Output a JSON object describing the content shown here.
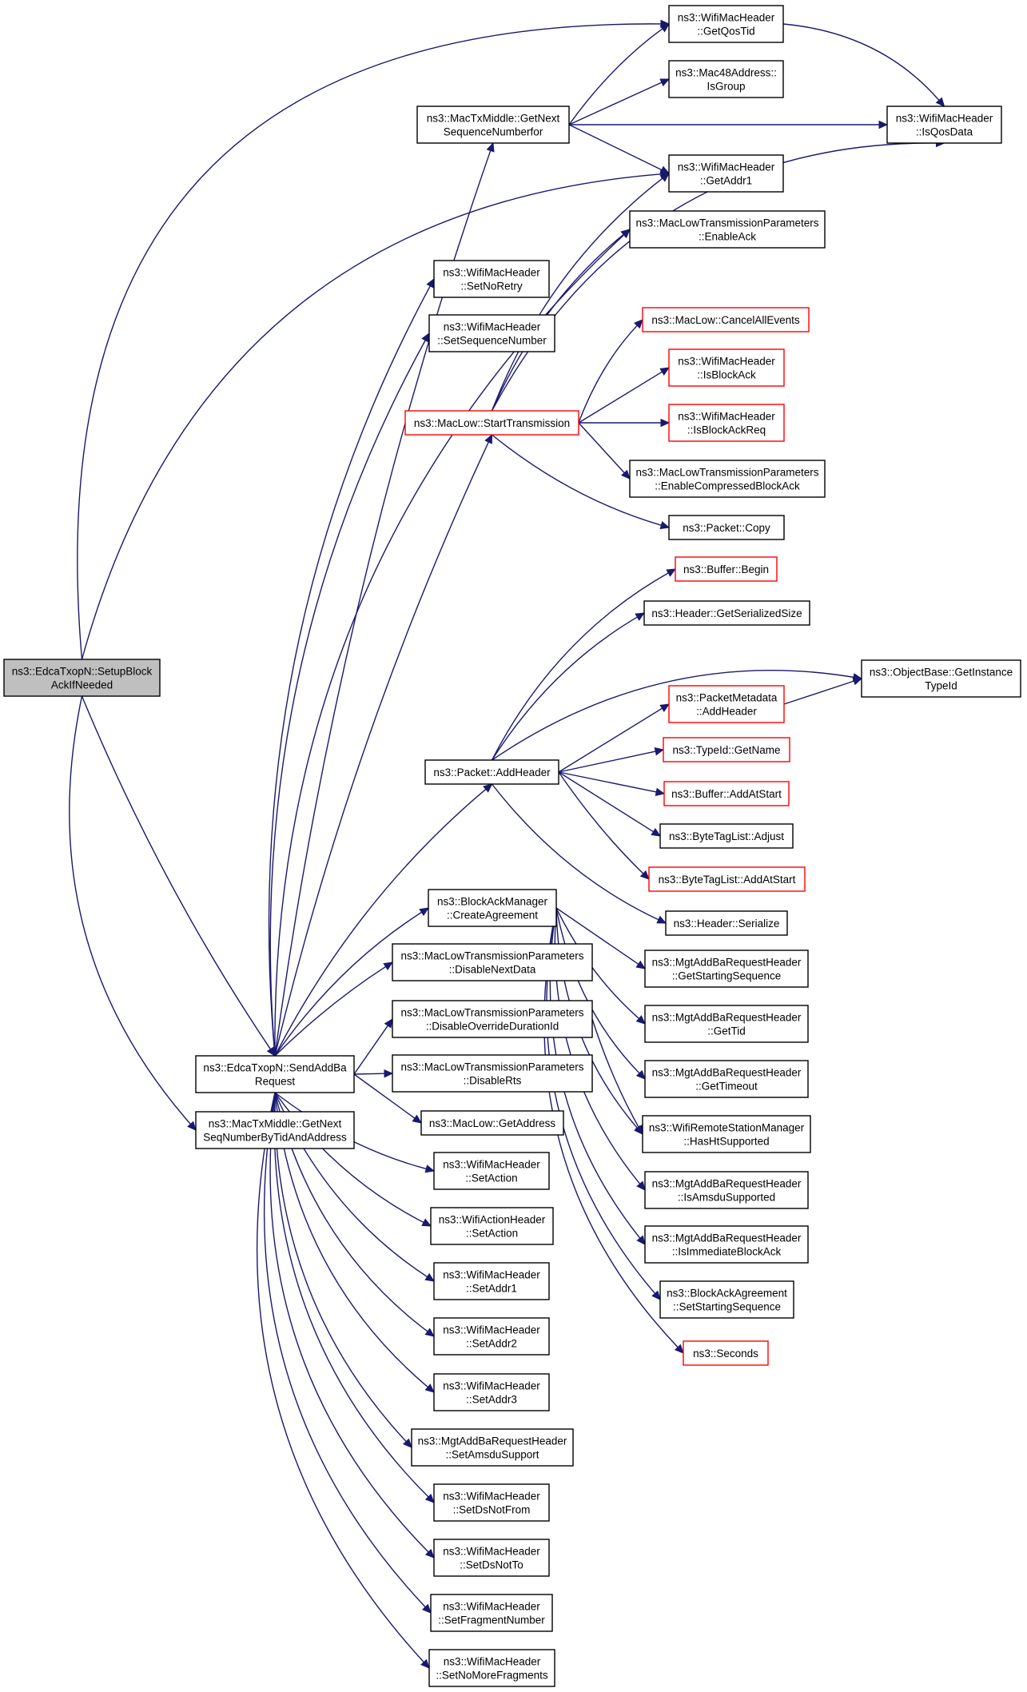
{
  "colors": {
    "edge": "#191970",
    "node_default": "#000000",
    "node_truncated": "#ff0000",
    "node_root_fill": "#bfbfbf"
  },
  "nodes": [
    {
      "id": "root",
      "style": "root",
      "lines": [
        "ns3::EdcaTxopN::SetupBlock",
        "AckIfNeeded"
      ]
    },
    {
      "id": "getqostid",
      "style": "normal",
      "lines": [
        "ns3::WifiMacHeader",
        "::GetQosTid"
      ]
    },
    {
      "id": "isgroup",
      "style": "normal",
      "lines": [
        "ns3::Mac48Address::",
        "IsGroup"
      ]
    },
    {
      "id": "getnextseq",
      "style": "normal",
      "lines": [
        "ns3::MacTxMiddle::GetNext",
        "SequenceNumberfor"
      ]
    },
    {
      "id": "isqosdata",
      "style": "normal",
      "lines": [
        "ns3::WifiMacHeader",
        "::IsQosData"
      ]
    },
    {
      "id": "getaddr1",
      "style": "normal",
      "lines": [
        "ns3::WifiMacHeader",
        "::GetAddr1"
      ]
    },
    {
      "id": "enableack",
      "style": "normal",
      "lines": [
        "ns3::MacLowTransmissionParameters",
        "::EnableAck"
      ]
    },
    {
      "id": "setnoretry",
      "style": "normal",
      "lines": [
        "ns3::WifiMacHeader",
        "::SetNoRetry"
      ]
    },
    {
      "id": "setseqnum",
      "style": "normal",
      "lines": [
        "ns3::WifiMacHeader",
        "::SetSequenceNumber"
      ]
    },
    {
      "id": "cancelall",
      "style": "red",
      "lines": [
        "ns3::MacLow::CancelAllEvents"
      ]
    },
    {
      "id": "isblockack",
      "style": "red",
      "lines": [
        "ns3::WifiMacHeader",
        "::IsBlockAck"
      ]
    },
    {
      "id": "starttx",
      "style": "red",
      "lines": [
        "ns3::MacLow::StartTransmission"
      ]
    },
    {
      "id": "isblockackreq",
      "style": "red",
      "lines": [
        "ns3::WifiMacHeader",
        "::IsBlockAckReq"
      ]
    },
    {
      "id": "enablecompressed",
      "style": "normal",
      "lines": [
        "ns3::MacLowTransmissionParameters",
        "::EnableCompressedBlockAck"
      ]
    },
    {
      "id": "packetcopy",
      "style": "normal",
      "lines": [
        "ns3::Packet::Copy"
      ]
    },
    {
      "id": "bufferbegin",
      "style": "red",
      "lines": [
        "ns3::Buffer::Begin"
      ]
    },
    {
      "id": "getserialized",
      "style": "normal",
      "lines": [
        "ns3::Header::GetSerializedSize"
      ]
    },
    {
      "id": "getinstance",
      "style": "normal",
      "lines": [
        "ns3::ObjectBase::GetInstance",
        "TypeId"
      ]
    },
    {
      "id": "pmaddheader",
      "style": "red",
      "lines": [
        "ns3::PacketMetadata",
        "::AddHeader"
      ]
    },
    {
      "id": "typeidname",
      "style": "red",
      "lines": [
        "ns3::TypeId::GetName"
      ]
    },
    {
      "id": "addheader",
      "style": "normal",
      "lines": [
        "ns3::Packet::AddHeader"
      ]
    },
    {
      "id": "bufferaddatstart",
      "style": "red",
      "lines": [
        "ns3::Buffer::AddAtStart"
      ]
    },
    {
      "id": "btladjust",
      "style": "normal",
      "lines": [
        "ns3::ByteTagList::Adjust"
      ]
    },
    {
      "id": "btladdatstart",
      "style": "red",
      "lines": [
        "ns3::ByteTagList::AddAtStart"
      ]
    },
    {
      "id": "headerserialize",
      "style": "normal",
      "lines": [
        "ns3::Header::Serialize"
      ]
    },
    {
      "id": "createagreement",
      "style": "normal",
      "lines": [
        "ns3::BlockAckManager",
        "::CreateAgreement"
      ]
    },
    {
      "id": "getstartseq",
      "style": "normal",
      "lines": [
        "ns3::MgtAddBaRequestHeader",
        "::GetStartingSequence"
      ]
    },
    {
      "id": "disablenext",
      "style": "normal",
      "lines": [
        "ns3::MacLowTransmissionParameters",
        "::DisableNextData"
      ]
    },
    {
      "id": "gettid",
      "style": "normal",
      "lines": [
        "ns3::MgtAddBaRequestHeader",
        "::GetTid"
      ]
    },
    {
      "id": "disableoverride",
      "style": "normal",
      "lines": [
        "ns3::MacLowTransmissionParameters",
        "::DisableOverrideDurationId"
      ]
    },
    {
      "id": "sendaddba",
      "style": "normal",
      "lines": [
        "ns3::EdcaTxopN::SendAddBa",
        "Request"
      ]
    },
    {
      "id": "disablerts",
      "style": "normal",
      "lines": [
        "ns3::MacLowTransmissionParameters",
        "::DisableRts"
      ]
    },
    {
      "id": "gettimeout",
      "style": "normal",
      "lines": [
        "ns3::MgtAddBaRequestHeader",
        "::GetTimeout"
      ]
    },
    {
      "id": "getnextseqbytid",
      "style": "normal",
      "lines": [
        "ns3::MacTxMiddle::GetNext",
        "SeqNumberByTidAndAddress"
      ]
    },
    {
      "id": "getaddress",
      "style": "normal",
      "lines": [
        "ns3::MacLow::GetAddress"
      ]
    },
    {
      "id": "hasht",
      "style": "normal",
      "lines": [
        "ns3::WifiRemoteStationManager",
        "::HasHtSupported"
      ]
    },
    {
      "id": "setaction1",
      "style": "normal",
      "lines": [
        "ns3::WifiMacHeader",
        "::SetAction"
      ]
    },
    {
      "id": "isamsdu",
      "style": "normal",
      "lines": [
        "ns3::MgtAddBaRequestHeader",
        "::IsAmsduSupported"
      ]
    },
    {
      "id": "setaction2",
      "style": "normal",
      "lines": [
        "ns3::WifiActionHeader",
        "::SetAction"
      ]
    },
    {
      "id": "isimmediate",
      "style": "normal",
      "lines": [
        "ns3::MgtAddBaRequestHeader",
        "::IsImmediateBlockAck"
      ]
    },
    {
      "id": "setaddr1",
      "style": "normal",
      "lines": [
        "ns3::WifiMacHeader",
        "::SetAddr1"
      ]
    },
    {
      "id": "setstartingseq",
      "style": "normal",
      "lines": [
        "ns3::BlockAckAgreement",
        "::SetStartingSequence"
      ]
    },
    {
      "id": "setaddr2",
      "style": "normal",
      "lines": [
        "ns3::WifiMacHeader",
        "::SetAddr2"
      ]
    },
    {
      "id": "seconds",
      "style": "red",
      "lines": [
        "ns3::Seconds"
      ]
    },
    {
      "id": "setaddr3",
      "style": "normal",
      "lines": [
        "ns3::WifiMacHeader",
        "::SetAddr3"
      ]
    },
    {
      "id": "setamsdu",
      "style": "normal",
      "lines": [
        "ns3::MgtAddBaRequestHeader",
        "::SetAmsduSupport"
      ]
    },
    {
      "id": "setdsnotfrom",
      "style": "normal",
      "lines": [
        "ns3::WifiMacHeader",
        "::SetDsNotFrom"
      ]
    },
    {
      "id": "setdsnotto",
      "style": "normal",
      "lines": [
        "ns3::WifiMacHeader",
        "::SetDsNotTo"
      ]
    },
    {
      "id": "setfragnum",
      "style": "normal",
      "lines": [
        "ns3::WifiMacHeader",
        "::SetFragmentNumber"
      ]
    },
    {
      "id": "setnomorefrag",
      "style": "normal",
      "lines": [
        "ns3::WifiMacHeader",
        "::SetNoMoreFragments"
      ]
    }
  ]
}
